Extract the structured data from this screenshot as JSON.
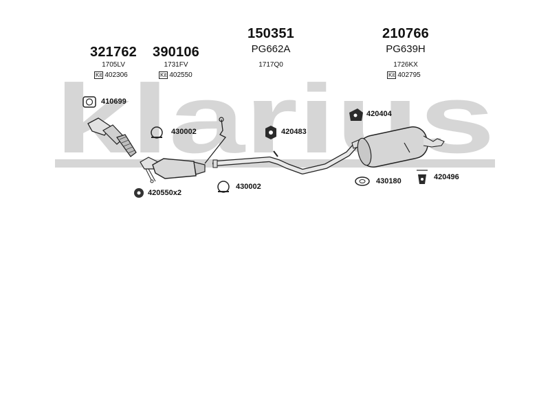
{
  "watermark": {
    "brand": "klarius"
  },
  "main_parts": [
    {
      "number": "321762",
      "ref": "1705LV",
      "kit_label": "Kit",
      "kit": "402306"
    },
    {
      "number": "390106",
      "ref": "1731FV",
      "kit_label": "Kit",
      "kit": "402550"
    },
    {
      "number": "150351",
      "sub": "PG662A",
      "ref": "1717Q0"
    },
    {
      "number": "210766",
      "sub": "PG639H",
      "ref": "1726KX",
      "kit_label": "Kit",
      "kit": "402795"
    }
  ],
  "accessories": [
    {
      "code": "410699",
      "icon": "gasket-icon"
    },
    {
      "code": "430002",
      "icon": "clamp-icon"
    },
    {
      "code": "420483",
      "icon": "rubber-mount-icon"
    },
    {
      "code": "420404",
      "icon": "rubber-mount-icon"
    },
    {
      "code": "420550x2",
      "icon": "rubber-mount-icon"
    },
    {
      "code": "430002",
      "icon": "clamp-icon"
    },
    {
      "code": "430180",
      "icon": "gasket-icon"
    },
    {
      "code": "420496",
      "icon": "mount-bracket-icon"
    }
  ],
  "colors": {
    "watermark": "#d6d6d6",
    "line": "#222222",
    "part_fill": "#e2e2e2"
  }
}
